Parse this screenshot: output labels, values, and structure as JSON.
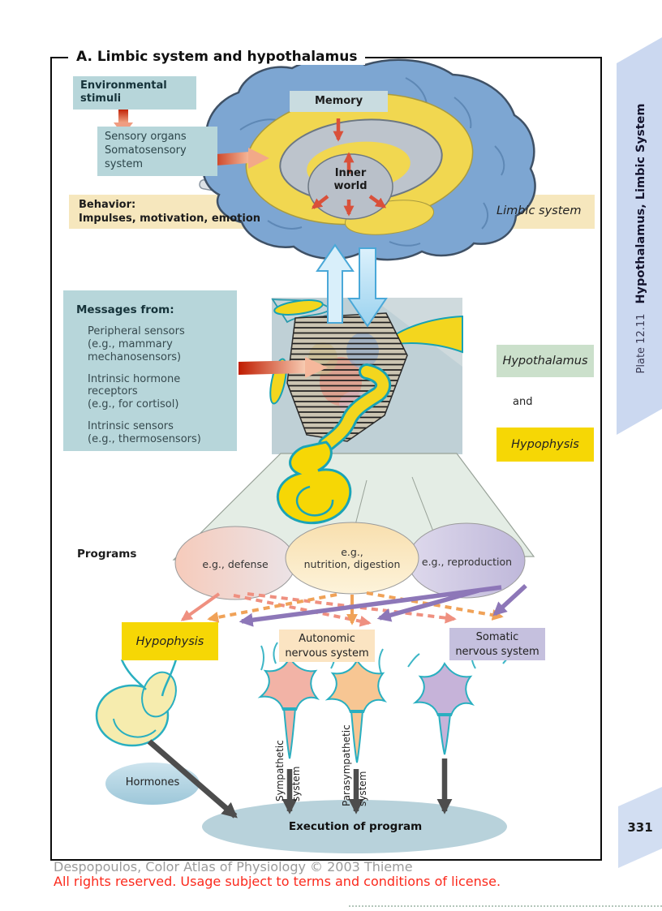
{
  "title": "A. Limbic system and hypothalamus",
  "brain": {
    "memory": "Memory",
    "inner_world": "Inner\nworld"
  },
  "boxes": {
    "environmental_stimuli": "Environmental\nstimuli",
    "sensory": "Sensory organs\nSomatosensory\nsystem",
    "behavior": "Behavior:\nImpulses, motivation, emotion",
    "limbic_system": "Limbic system",
    "hypothalamus": "Hypothalamus",
    "and_label": "and",
    "hypophysis": "Hypophysis",
    "hypophysis_output": "Hypophysis",
    "autonomic": "Autonomic\nnervous system",
    "somatic": "Somatic\nnervous system"
  },
  "messages": {
    "title": "Messages from:",
    "items": [
      "Peripheral sensors\n(e.g., mammary\nmechanosensors)",
      "Intrinsic hormone receptors\n(e.g., for cortisol)",
      "Intrinsic sensors\n(e.g., thermosensors)"
    ]
  },
  "programs": {
    "label": "Programs",
    "defense": "e.g., defense",
    "nutrition": "e.g.,\nnutrition, digestion",
    "reproduction": "e.g., reproduction"
  },
  "outputs": {
    "hormones": "Hormones",
    "sympathetic": "Sympathetic\nsystem",
    "parasympathetic": "Parasympathetic\nsystem",
    "execution": "Execution of program"
  },
  "sidebar": {
    "plate": "Plate 12.11",
    "title": "Hypothalamus, Limbic System",
    "page_number": "331"
  },
  "footer": {
    "line1": "Despopoulos, Color Atlas of Physiology © 2003 Thieme",
    "line2": "All rights reserved. Usage subject to terms and conditions of license."
  },
  "colors": {
    "teal_box": "#b7d6da",
    "tan_band": "#f6e7bd",
    "yellow": "#f6d705",
    "green_box": "#cbe0cb",
    "peach_box": "#fbe4c2",
    "lavender_box": "#c5c0de",
    "sidebar_strip": "#cbd8f0",
    "red_arrow": "#d9503a",
    "footer_red": "#fb291c"
  }
}
